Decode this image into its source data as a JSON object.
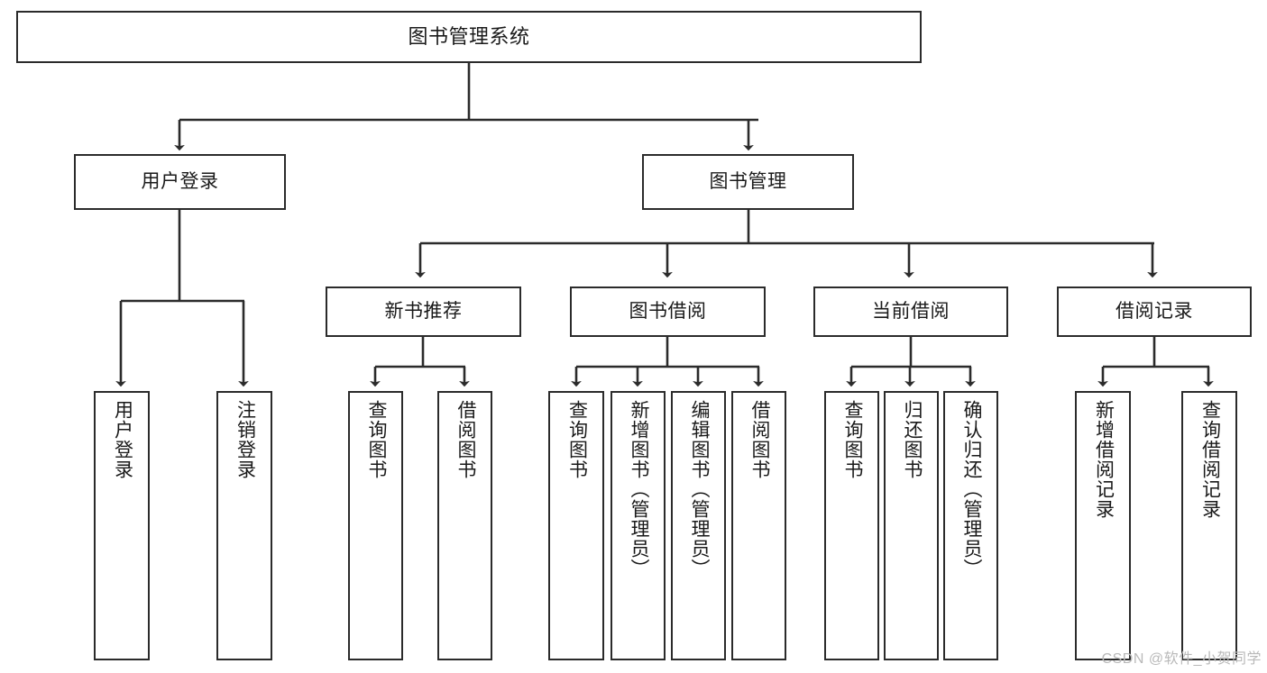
{
  "diagram": {
    "title": "图书管理系统",
    "type": "tree-hierarchy",
    "stroke_color": "#2b2b2b",
    "fill_color": "#ffffff",
    "text_color": "#1a1a1a",
    "levels": {
      "root": {
        "label": "图书管理系统"
      },
      "level2": [
        {
          "label": "用户登录"
        },
        {
          "label": "图书管理"
        }
      ],
      "level3": [
        {
          "label": "新书推荐"
        },
        {
          "label": "图书借阅"
        },
        {
          "label": "当前借阅"
        },
        {
          "label": "借阅记录"
        }
      ],
      "leaves": [
        {
          "label": "用户登录",
          "parent": "用户登录"
        },
        {
          "label": "注销登录",
          "parent": "用户登录"
        },
        {
          "label": "查询图书",
          "parent": "新书推荐"
        },
        {
          "label": "借阅图书",
          "parent": "新书推荐"
        },
        {
          "label": "查询图书",
          "parent": "图书借阅"
        },
        {
          "label": "新增图书（管理员）",
          "parent": "图书借阅"
        },
        {
          "label": "编辑图书（管理员）",
          "parent": "图书借阅"
        },
        {
          "label": "借阅图书",
          "parent": "图书借阅"
        },
        {
          "label": "查询图书",
          "parent": "当前借阅"
        },
        {
          "label": "归还图书",
          "parent": "当前借阅"
        },
        {
          "label": "确认归还（管理员）",
          "parent": "当前借阅"
        },
        {
          "label": "新增借阅记录",
          "parent": "借阅记录"
        },
        {
          "label": "查询借阅记录",
          "parent": "借阅记录"
        }
      ]
    }
  },
  "watermark": {
    "text": "CSDN @软件_小贺同学"
  }
}
